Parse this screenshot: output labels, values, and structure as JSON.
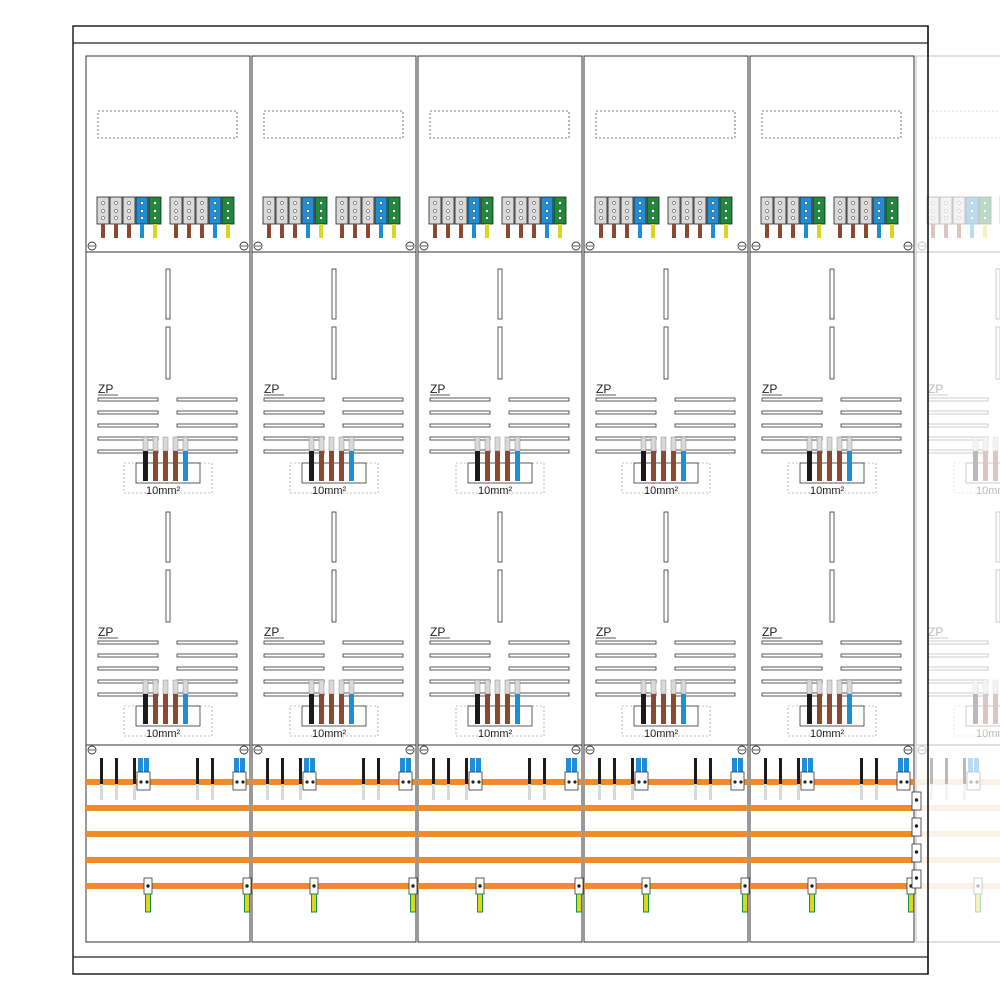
{
  "diagram": {
    "columns": 5,
    "ghost_column": true,
    "meter_fields_per_column": 2,
    "meter_label": "ZP",
    "busbar_label": "10mm²"
  },
  "colors": {
    "frame": "#222222",
    "panel_stroke": "#333333",
    "orange_rail": "#f08a2a",
    "orange_faded": "#f6d3b0",
    "phase_brown": "#8b4a30",
    "phase_black": "#1b1b1b",
    "phase_grey": "#9a9a9a",
    "neutral_blue": "#1e8fd6",
    "earth_green": "#1d8a3c",
    "earth_yellow": "#d8d820",
    "terminal_grey": "#d9d9d9"
  }
}
